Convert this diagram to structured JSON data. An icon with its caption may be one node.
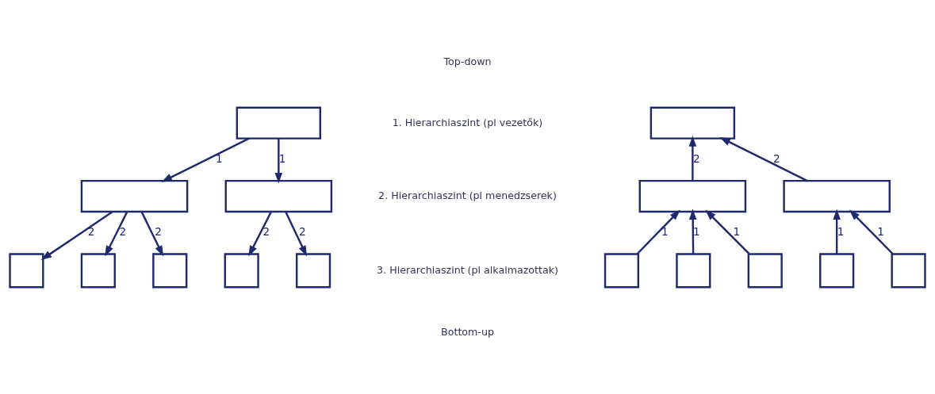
{
  "diagram": {
    "nodes": [
      {
        "text": [],
        "shape": "box"
      },
      {
        "text": [],
        "shape": "box"
      },
      {
        "text": [],
        "shape": "box"
      },
      {
        "text": [],
        "shape": "box"
      },
      {
        "text": [],
        "shape": "box"
      },
      {
        "text": [],
        "shape": "box"
      },
      {
        "text": [],
        "shape": "box"
      },
      {
        "text": [],
        "shape": "box"
      },
      {
        "text": [],
        "shape": "box"
      },
      {
        "text": [],
        "shape": "box"
      },
      {
        "text": [],
        "shape": "box"
      },
      {
        "text": [],
        "shape": "box"
      },
      {
        "text": [],
        "shape": "box"
      },
      {
        "text": [],
        "shape": "box"
      },
      {
        "text": [],
        "shape": "box"
      },
      {
        "text": [],
        "shape": "box"
      }
    ],
    "edges": [
      {
        "from": 0,
        "to": 1,
        "arrow": "to",
        "label": "1"
      },
      {
        "from": 0,
        "to": 2,
        "arrow": "to",
        "label": "1"
      },
      {
        "from": 1,
        "to": 3,
        "arrow": "to",
        "label": "2"
      },
      {
        "from": 1,
        "to": 4,
        "arrow": "to",
        "label": "2"
      },
      {
        "from": 1,
        "to": 5,
        "arrow": "to",
        "label": "2"
      },
      {
        "from": 2,
        "to": 6,
        "arrow": "to",
        "label": "2"
      },
      {
        "from": 2,
        "to": 7,
        "arrow": "to",
        "label": "2"
      },
      {
        "from": 9,
        "to": 8,
        "arrow": "to",
        "label": "2"
      },
      {
        "from": 10,
        "to": 8,
        "arrow": "to",
        "label": "2"
      },
      {
        "from": 11,
        "to": 9,
        "arrow": "to",
        "label": "1"
      },
      {
        "from": 12,
        "to": 9,
        "arrow": "to",
        "label": "1"
      },
      {
        "from": 13,
        "to": 9,
        "arrow": "to",
        "label": "1"
      },
      {
        "from": 14,
        "to": 10,
        "arrow": "to",
        "label": "1"
      },
      {
        "from": 15,
        "to": 10,
        "arrow": "to",
        "label": "1"
      }
    ],
    "labels": [
      "Top-down",
      "1. Hierarchiaszint (pl vezetők)",
      "2. Hierarchiaszint (pl menedzserek)",
      "3. Hierarchiaszint (pl alkalmazottak)",
      "Bottom-up"
    ]
  }
}
